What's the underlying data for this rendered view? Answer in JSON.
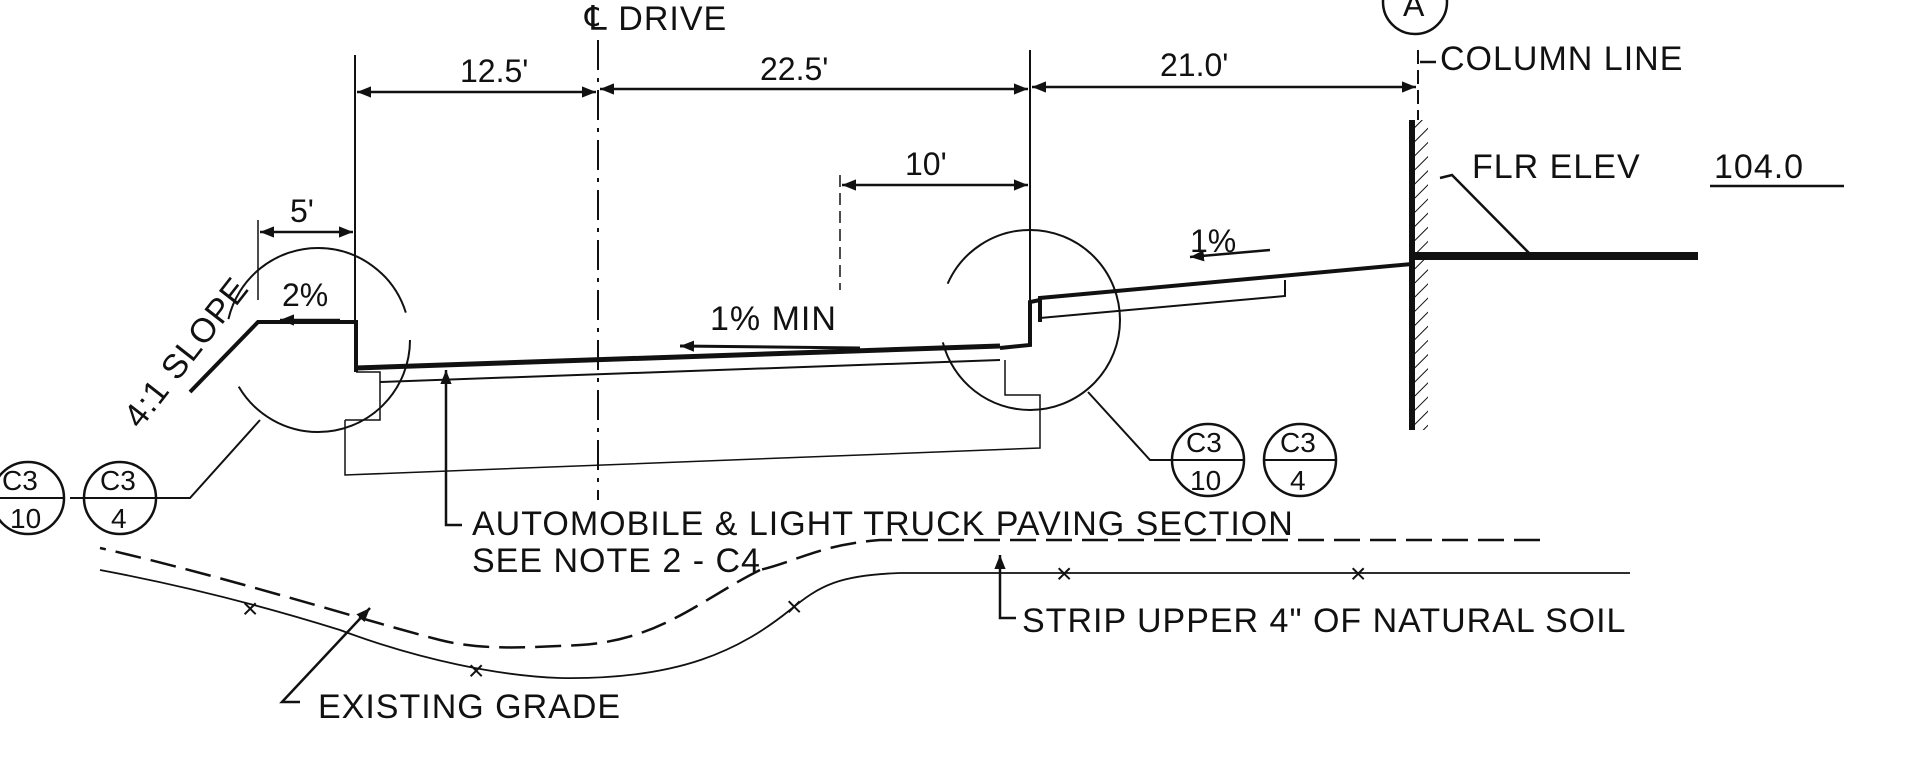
{
  "labels": {
    "centerline_drive": "℄ DRIVE",
    "column_line": "COLUMN LINE",
    "column_marker": "A",
    "floor_elevation_prefix": "FLR ELEV",
    "floor_elevation_value": "104.0",
    "slope_left": "4:1 SLOPE",
    "grade_left": "2%",
    "grade_min": "1% MIN",
    "grade_right": "1%",
    "paving_note_line1": "AUTOMOBILE & LIGHT TRUCK PAVING SECTION",
    "paving_note_line2": "SEE NOTE 2 - C4",
    "strip_note": "STRIP UPPER 4\" OF NATURAL SOIL",
    "existing_grade": "EXISTING GRADE"
  },
  "dimensions": {
    "d1": "12.5'",
    "d2": "22.5'",
    "d3": "21.0'",
    "d4": "10'",
    "d5": "5'"
  },
  "detail_refs": {
    "left": [
      {
        "top": "C3",
        "bottom": "10"
      },
      {
        "top": "C3",
        "bottom": "4"
      }
    ],
    "right": [
      {
        "top": "C3",
        "bottom": "10"
      },
      {
        "top": "C3",
        "bottom": "4"
      }
    ]
  }
}
